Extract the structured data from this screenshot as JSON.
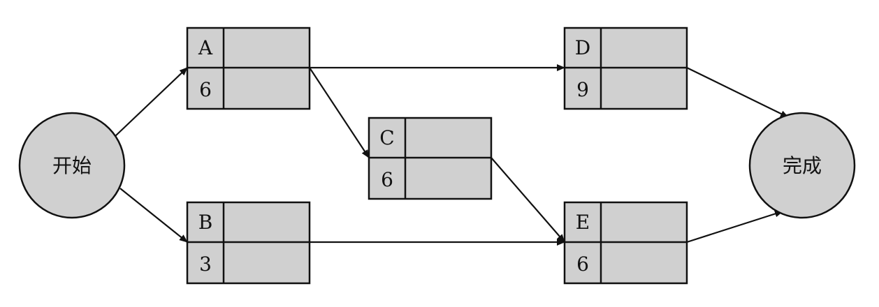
{
  "colors": {
    "node_fill": "#d0d0d0",
    "stroke": "#111111",
    "background": "#ffffff"
  },
  "start": {
    "label": "开始"
  },
  "end": {
    "label": "完成"
  },
  "tasks": [
    {
      "id": "A",
      "duration": "6"
    },
    {
      "id": "B",
      "duration": "3"
    },
    {
      "id": "C",
      "duration": "6"
    },
    {
      "id": "D",
      "duration": "9"
    },
    {
      "id": "E",
      "duration": "6"
    }
  ],
  "edges": [
    {
      "from": "start",
      "to": "A"
    },
    {
      "from": "start",
      "to": "B"
    },
    {
      "from": "A",
      "to": "C"
    },
    {
      "from": "A",
      "to": "D"
    },
    {
      "from": "C",
      "to": "E"
    },
    {
      "from": "B",
      "to": "E"
    },
    {
      "from": "D",
      "to": "end"
    },
    {
      "from": "E",
      "to": "end"
    }
  ]
}
